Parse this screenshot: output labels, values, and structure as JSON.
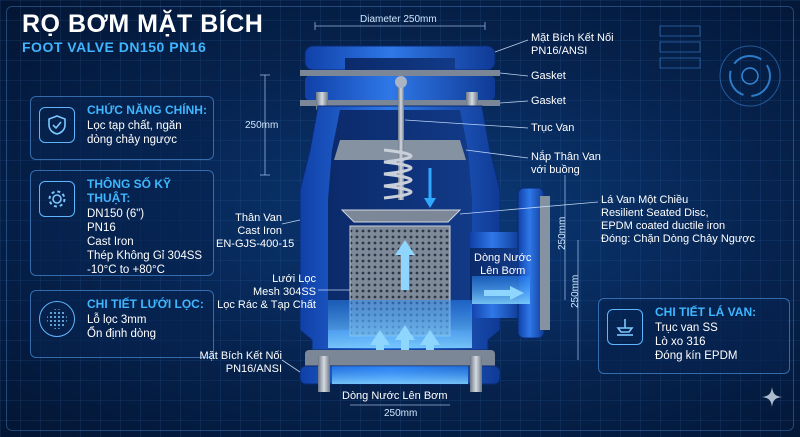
{
  "title": "RỌ BƠM MẶT BÍCH",
  "subtitle": "FOOT VALVE DN150 PN16",
  "cards": {
    "function": {
      "heading": "CHỨC NĂNG CHÍNH:",
      "lines": [
        "Lọc tạp chất, ngăn",
        "dòng chảy ngược"
      ],
      "icon": "shield-check-icon"
    },
    "specs": {
      "heading": "THÔNG SỐ KỸ THUẬT:",
      "lines": [
        "DN150 (6\")",
        "PN16",
        "Cast Iron",
        "Thép Không Gỉ 304SS",
        "-10°C to +80°C"
      ],
      "icon": "gear-icon"
    },
    "strainer": {
      "heading": "CHI TIẾT LƯỚI LỌC:",
      "lines": [
        "Lỗ lọc 3mm",
        "Ổn định dòng"
      ],
      "icon": "mesh-icon"
    },
    "disc": {
      "heading": "CHI TIẾT LÁ VAN:",
      "lines": [
        "Trục van SS",
        "Lò xo 316",
        "Đóng kín EPDM"
      ],
      "icon": "valve-disc-icon"
    }
  },
  "labels": {
    "flange_top": [
      "Mặt Bích Kết Nối",
      "PN16/ANSI"
    ],
    "gasket_1": "Gasket",
    "gasket_2": "Gasket",
    "shaft": "Trục Van",
    "bonnet": [
      "Nắp Thân Van",
      "với buồng"
    ],
    "disc": [
      "Lá Van Một Chiều",
      "Resilient Seated Disc,",
      "EPDM coated ductile iron",
      "Đóng: Chặn Dòng Chảy Ngược"
    ],
    "body": [
      "Thân Van",
      "Cast Iron",
      "EN-GJS-400-15"
    ],
    "strainer": [
      "Lưới Lọc",
      "Mesh 304SS",
      "Lọc Rác & Tạp Chất"
    ],
    "flange_bottom": [
      "Mặt Bích Kết Nối",
      "PN16/ANSI"
    ],
    "flow_side": [
      "Dòng Nước",
      "Lên Bơm"
    ],
    "flow_bottom": "Dòng Nước Lên Bơm"
  },
  "dimensions": {
    "top_diameter": "Diameter 250mm",
    "left_height": "250mm",
    "right_height_1": "250mm",
    "right_height_2": "250mm",
    "bottom_width": "250mm"
  },
  "colors": {
    "background": "#06224d",
    "accent": "#3fb6ff",
    "valve_blue": "#1f5fd0",
    "metal": "#9aa6b4"
  }
}
